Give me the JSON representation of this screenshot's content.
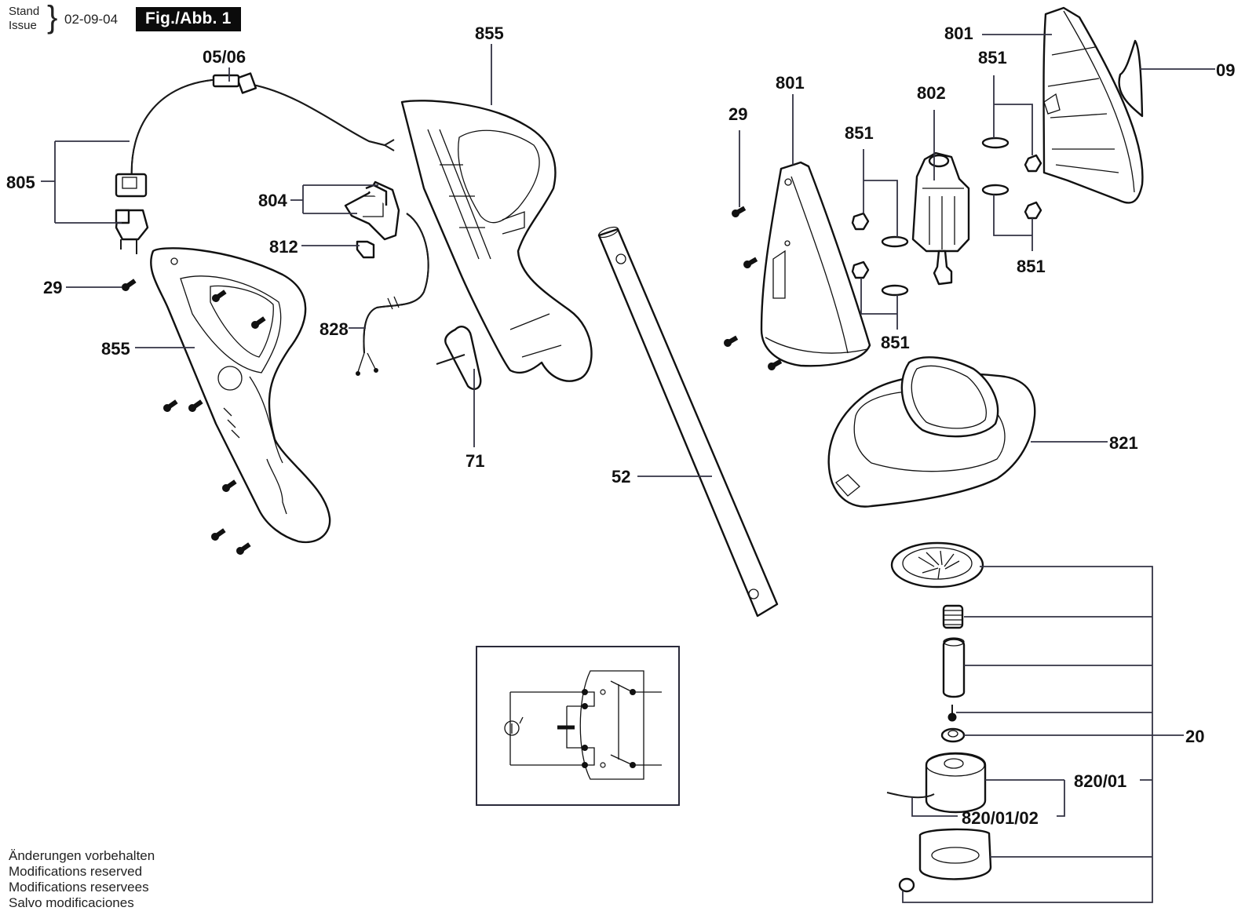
{
  "header": {
    "stand_label": "Stand",
    "issue_label": "Issue",
    "date": "02-09-04",
    "figure_badge": "Fig./Abb. 1"
  },
  "callouts": {
    "c_05_06": "05/06",
    "c_805": "805",
    "c_804": "804",
    "c_812": "812",
    "c_29_left": "29",
    "c_855_left": "855",
    "c_828": "828",
    "c_855_top": "855",
    "c_71": "71",
    "c_52": "52",
    "c_29_right": "29",
    "c_801_mid": "801",
    "c_851_a": "851",
    "c_802": "802",
    "c_801_top": "801",
    "c_851_b": "851",
    "c_09": "09",
    "c_851_c": "851",
    "c_851_d": "851",
    "c_821": "821",
    "c_20": "20",
    "c_820_01": "820/01",
    "c_820_01_02": "820/01/02"
  },
  "parts": [
    {
      "id": "05/06",
      "name": "mains-cable"
    },
    {
      "id": "805",
      "name": "plug-and-strain-relief"
    },
    {
      "id": "804",
      "name": "switch"
    },
    {
      "id": "812",
      "name": "switch-contact"
    },
    {
      "id": "29",
      "name": "screw"
    },
    {
      "id": "855",
      "name": "handle-housing-half"
    },
    {
      "id": "828",
      "name": "connecting-cable"
    },
    {
      "id": "71",
      "name": "switch-lever"
    },
    {
      "id": "52",
      "name": "shaft-tube"
    },
    {
      "id": "801",
      "name": "motor-housing-half"
    },
    {
      "id": "851",
      "name": "damping-element"
    },
    {
      "id": "802",
      "name": "motor"
    },
    {
      "id": "09",
      "name": "nameplate"
    },
    {
      "id": "821",
      "name": "protective-guard"
    },
    {
      "id": "20",
      "name": "spool-assembly"
    },
    {
      "id": "820/01",
      "name": "line-spool"
    },
    {
      "id": "820/01/02",
      "name": "cutting-line"
    }
  ],
  "wiring_diagram": {
    "components": [
      "motor",
      "capacitor",
      "double-pole-switch"
    ]
  },
  "footer": {
    "lines": [
      "Änderungen vorbehalten",
      "Modifications reserved",
      "Modifications reservees",
      "Salvo modificaciones"
    ]
  }
}
